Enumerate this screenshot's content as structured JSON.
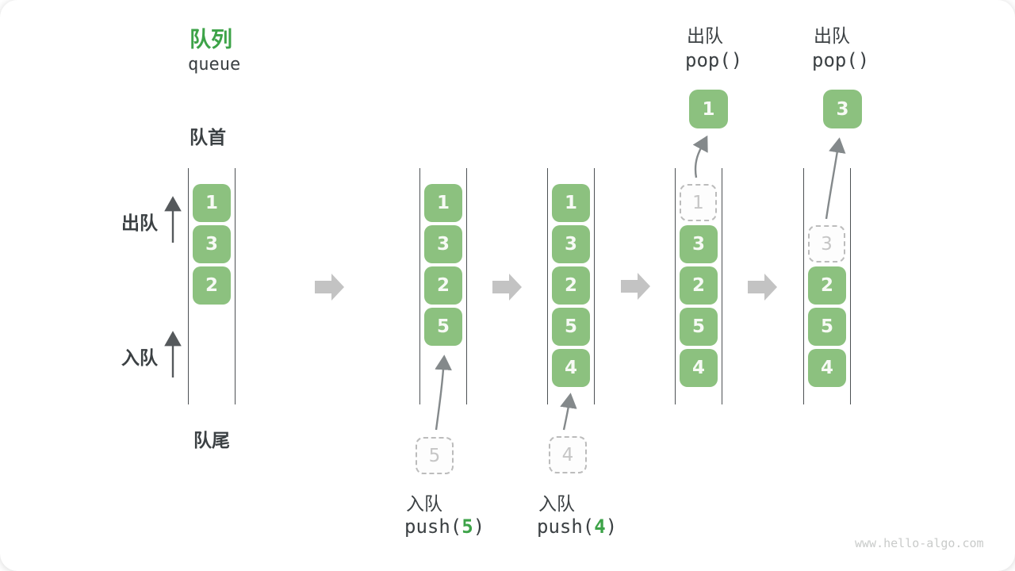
{
  "title": {
    "zh": "队列",
    "en": "queue"
  },
  "labels": {
    "front": "队首",
    "rear": "队尾",
    "dequeue_side": "出队",
    "enqueue_side": "入队"
  },
  "colors": {
    "accent_green": "#3da348",
    "box_green": "#8cc17f",
    "block_arrow_gray": "#c3c3c3",
    "column_line": "#4d5154"
  },
  "columns": [
    {
      "id": "state-1",
      "cells": [
        {
          "value": "1"
        },
        {
          "value": "3"
        },
        {
          "value": "2"
        }
      ]
    },
    {
      "id": "state-2",
      "cells": [
        {
          "value": "1"
        },
        {
          "value": "3"
        },
        {
          "value": "2"
        },
        {
          "value": "5"
        }
      ],
      "staged_value": "5"
    },
    {
      "id": "state-3",
      "cells": [
        {
          "value": "1"
        },
        {
          "value": "3"
        },
        {
          "value": "2"
        },
        {
          "value": "5"
        },
        {
          "value": "4"
        }
      ],
      "staged_value": "4"
    },
    {
      "id": "state-4",
      "cells": [
        {
          "value": "1",
          "ghost": true
        },
        {
          "value": "3"
        },
        {
          "value": "2"
        },
        {
          "value": "5"
        },
        {
          "value": "4"
        }
      ],
      "popped_value": "1",
      "op_label": "出队",
      "op_code": "pop()"
    },
    {
      "id": "state-5",
      "cells": [
        {
          "value": "3",
          "ghost": true
        },
        {
          "value": "2"
        },
        {
          "value": "5"
        },
        {
          "value": "4"
        }
      ],
      "popped_value": "3",
      "op_label": "出队",
      "op_code": "pop()"
    }
  ],
  "operations": [
    {
      "label": "入队",
      "code_open": "push(",
      "arg": "5",
      "code_close": ")"
    },
    {
      "label": "入队",
      "code_open": "push(",
      "arg": "4",
      "code_close": ")"
    }
  ],
  "watermark": "www.hello-algo.com"
}
